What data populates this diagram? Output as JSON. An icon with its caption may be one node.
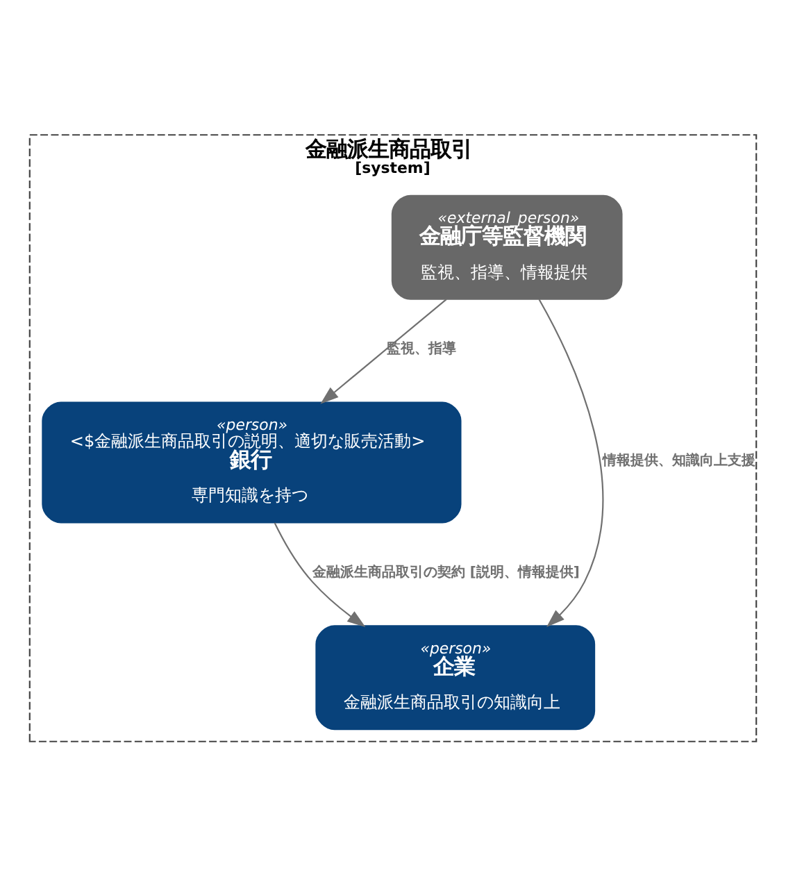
{
  "diagram": {
    "nodes": [
      {
        "text": [
          "金融派生商品取引",
          "[system]"
        ]
      },
      {
        "text": [
          "«external_person»",
          "金融庁等監督機関",
          "監視、指導、情報提供"
        ],
        "in": 0
      },
      {
        "text": [
          "«person»",
          "<$金融派生商品取引の説明、適切な販売活動>",
          "銀行",
          "専門知識を持つ"
        ],
        "in": 0
      },
      {
        "text": [
          "«person»",
          "企業",
          "金融派生商品取引の知識向上"
        ],
        "in": 0
      }
    ],
    "edges": [
      {
        "from": 1,
        "to": 2,
        "arrow": "to",
        "label": "監視、指導"
      },
      {
        "from": 1,
        "to": 3,
        "arrow": "to",
        "label": "情報提供、知識向上支援"
      },
      {
        "from": 2,
        "to": 3,
        "arrow": "to",
        "label": "金融派生商品取引の契約 [説明、情報提供]"
      }
    ]
  }
}
